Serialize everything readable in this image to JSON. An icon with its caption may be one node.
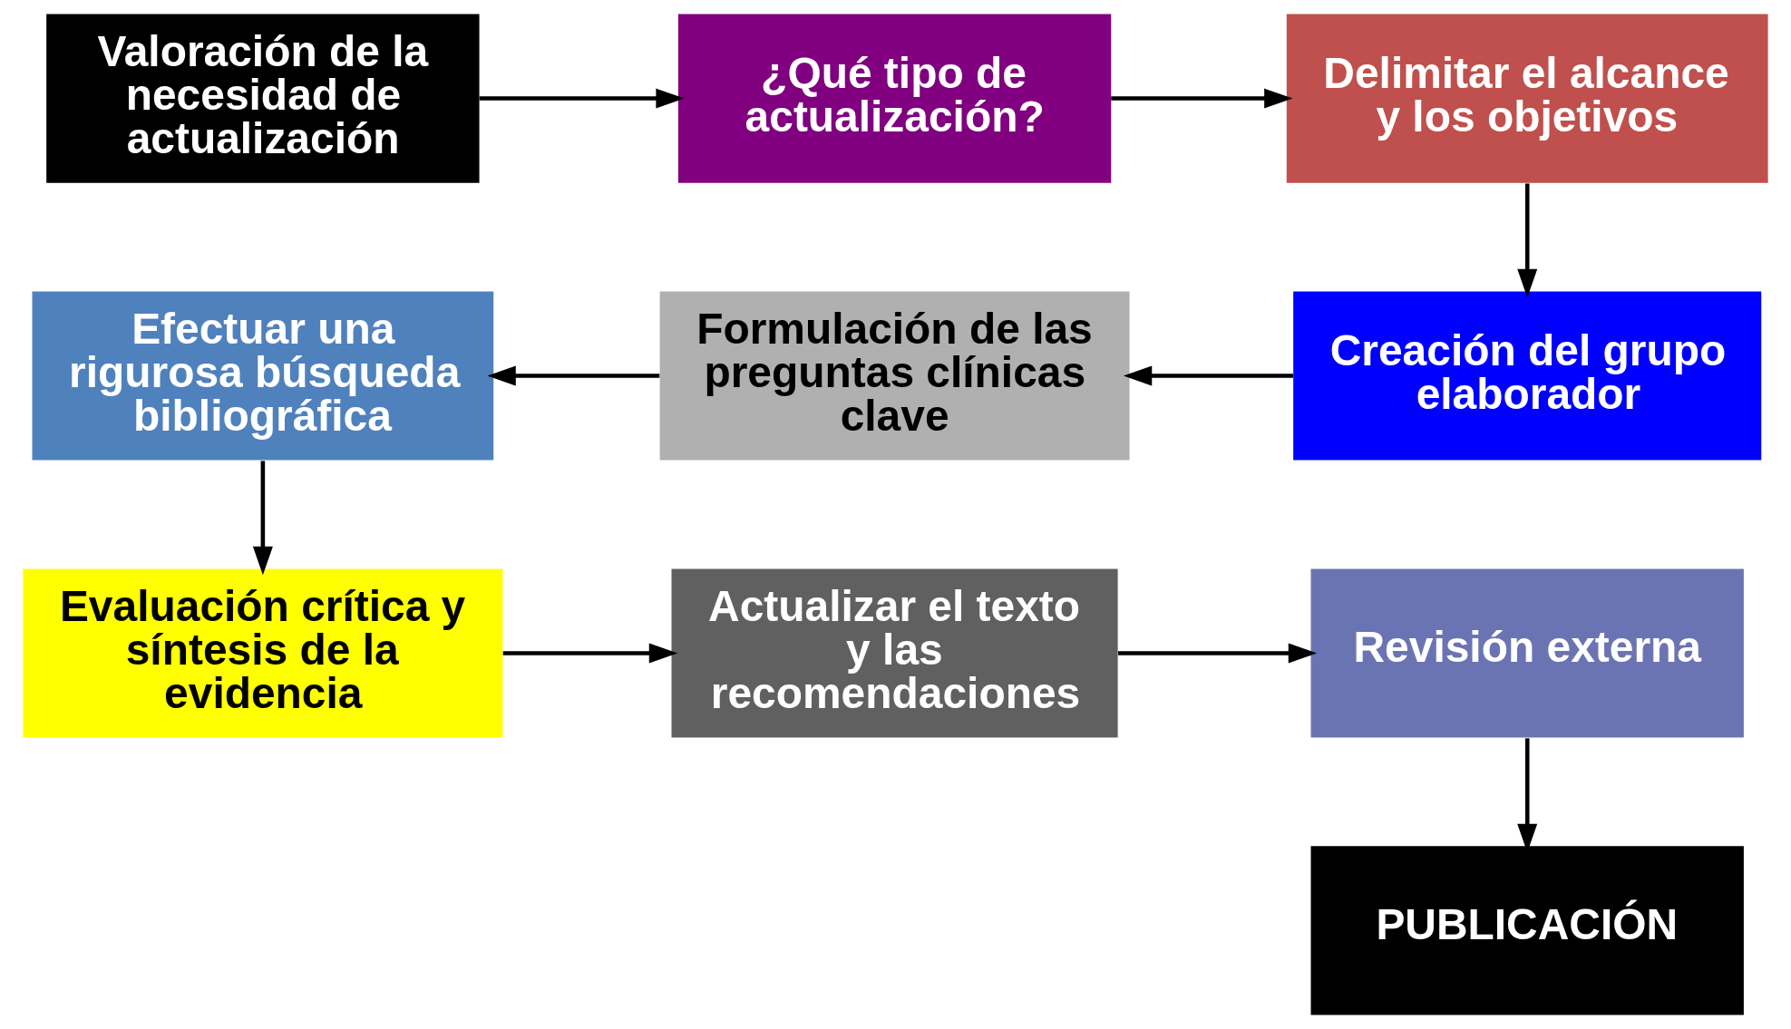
{
  "diagram": {
    "nodes": [
      {
        "text": [
          "Valoración de la necesidad de actualización"
        ]
      },
      {
        "text": [
          "¿Qué tipo de actualización?"
        ]
      },
      {
        "text": [
          "Delimitar el alcance y los objetivos"
        ]
      },
      {
        "text": [
          "Creación del grupo elaborador"
        ]
      },
      {
        "text": [
          "Formulación de las preguntas clínicas clave"
        ]
      },
      {
        "text": [
          "Efectuar una rigurosa búsqueda bibliográfica"
        ]
      },
      {
        "text": [
          "Evaluación crítica y síntesis de la evidencia"
        ]
      },
      {
        "text": [
          "Actualizar el texto y las recomendaciones"
        ]
      },
      {
        "text": [
          "Revisión externa"
        ]
      },
      {
        "text": [
          "PUBLICACIÓN"
        ]
      }
    ],
    "edges": [
      {
        "from": 0,
        "to": 1,
        "arrow": "to"
      },
      {
        "from": 1,
        "to": 2,
        "arrow": "to"
      },
      {
        "from": 2,
        "to": 3,
        "arrow": "to"
      },
      {
        "from": 3,
        "to": 4,
        "arrow": "to"
      },
      {
        "from": 4,
        "to": 5,
        "arrow": "to"
      },
      {
        "from": 5,
        "to": 6,
        "arrow": "to"
      },
      {
        "from": 6,
        "to": 7,
        "arrow": "to"
      },
      {
        "from": 7,
        "to": 8,
        "arrow": "to"
      },
      {
        "from": 8,
        "to": 9,
        "arrow": "to"
      }
    ]
  }
}
